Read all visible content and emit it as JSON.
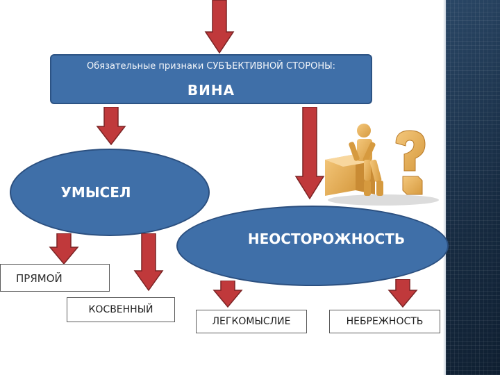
{
  "diagram": {
    "top": {
      "subtitle": "Обязательные признаки СУБЪЕКТИВНОЙ СТОРОНЫ:",
      "title": "ВИНА"
    },
    "forms": {
      "intent": "УМЫСЕЛ",
      "negligence": "НЕОСТОРОЖНОСТЬ"
    },
    "intent_types": {
      "direct": "ПРЯМОЙ",
      "indirect": "КОСВЕННЫЙ"
    },
    "negligence_types": {
      "frivolity": "ЛЕГКОМЫСЛИЕ",
      "carelessness": "НЕБРЕЖНОСТЬ"
    }
  },
  "colors": {
    "box_fill": "#3f6fa8",
    "arrow_fill": "#c0393b",
    "side_panel": "#1f3550"
  },
  "illustration": {
    "icon": "thinking-figure-question-mark-icon"
  }
}
